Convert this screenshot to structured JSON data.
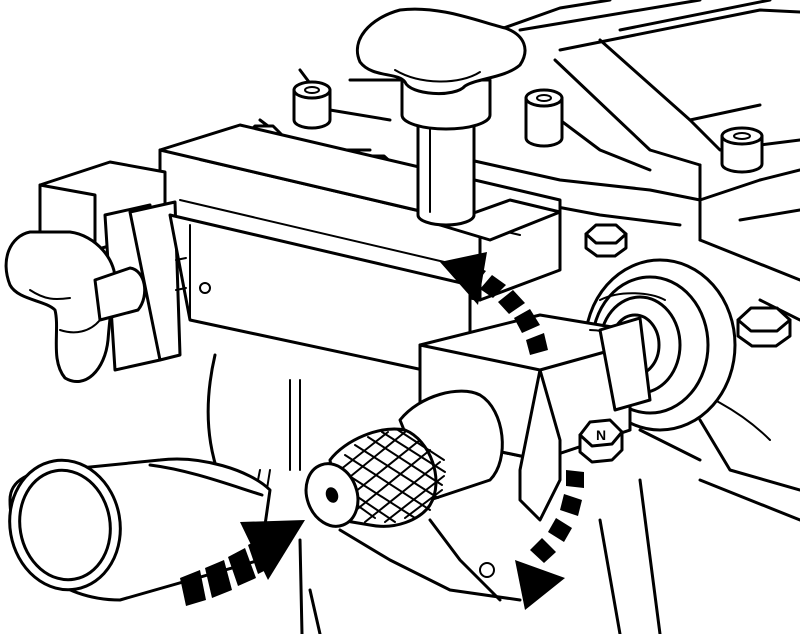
{
  "figure": {
    "nut_letter": "N",
    "colors": {
      "ink": "#000000",
      "paper": "#ffffff"
    },
    "arrows": [
      {
        "name": "rotate-up-arrow",
        "style": "dashed-curved"
      },
      {
        "name": "rotate-down-arrow",
        "style": "dashed-curved"
      },
      {
        "name": "push-in-arrow",
        "style": "dashed-straight"
      }
    ]
  }
}
